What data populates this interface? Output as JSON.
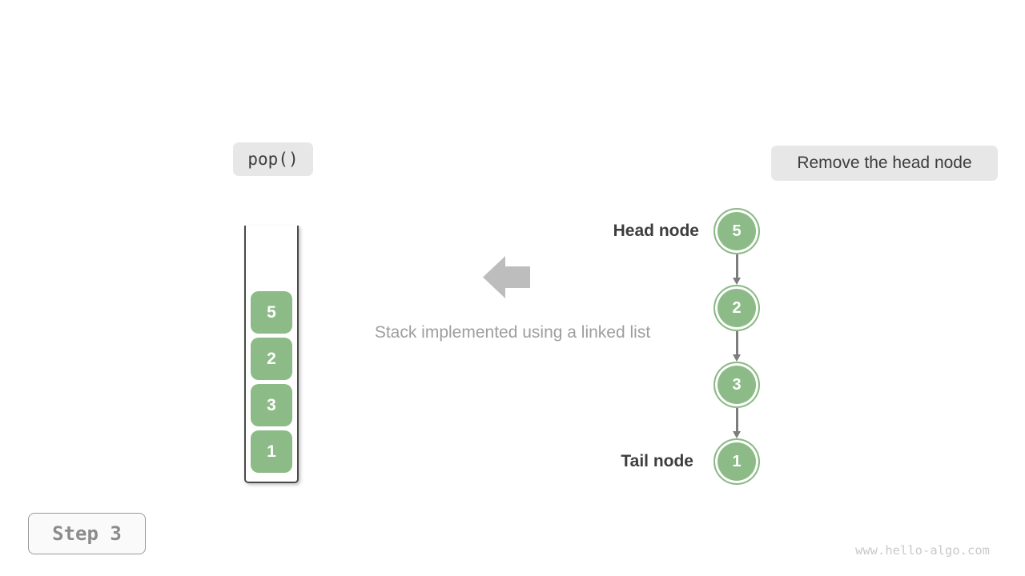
{
  "labels": {
    "operation": "pop()",
    "annotation": "Remove the head node",
    "caption": "Stack implemented using a linked list",
    "head_node": "Head node",
    "tail_node": "Tail node",
    "step": "Step 3",
    "watermark": "www.hello-algo.com"
  },
  "stack": {
    "items": [
      "5",
      "2",
      "3",
      "1"
    ]
  },
  "linked_list": {
    "nodes": [
      "5",
      "2",
      "3",
      "1"
    ]
  },
  "icons": {
    "big_arrow": "left-arrow-icon",
    "connector": "down-arrow-icon"
  },
  "colors": {
    "green": "#8cbb87",
    "badge_bg": "#e7e7e7",
    "step_bg": "#fafafa",
    "step_border": "#9a9a9a",
    "dark_text": "#3d3d3d",
    "muted_text": "#9e9e9e",
    "big_arrow": "#bdbdbd",
    "connector": "#7d7d7d",
    "container_line": "#4a4a4a",
    "watermark": "#c9c9c9"
  }
}
